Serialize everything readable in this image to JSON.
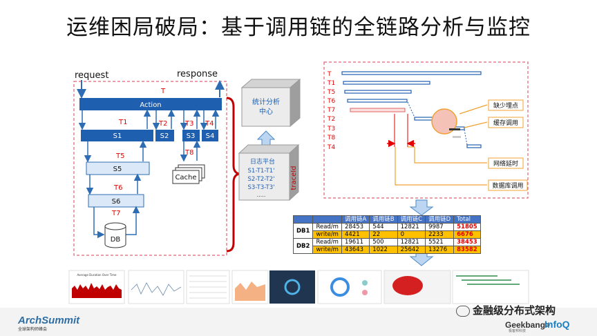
{
  "title": "运维困局破局：基于调用链的全链路分析与监控",
  "left_diagram": {
    "request": "request",
    "response": "response",
    "t_top": "T",
    "action": "Action",
    "t1": "T1",
    "t2": "T2",
    "t3": "T3",
    "t4": "T4",
    "s1": "S1",
    "s2": "S2",
    "s3": "S3",
    "s4": "S4",
    "t8": "T8",
    "cache": "Cache",
    "t5": "T5",
    "s5": "S5",
    "t6": "T6",
    "s6": "S6",
    "t7": "T7",
    "db": "DB"
  },
  "stats_center": {
    "line1": "统计分析",
    "line2": "中心"
  },
  "log_platform": {
    "title": "日志平台",
    "lines": [
      "S1-T1-T1'",
      "S2-T2-T2'",
      "S3-T3-T3'",
      "....."
    ],
    "traceid": "traceId"
  },
  "timeline": {
    "labels": [
      "T",
      "T1",
      "T5",
      "T6",
      "T7",
      "T2",
      "T3",
      "T8",
      "T4"
    ],
    "callouts": [
      "缺少埋点",
      "缓存调用",
      "网络延时",
      "数据库调用"
    ]
  },
  "table": {
    "header": [
      "",
      "",
      "调用链A",
      "调用链B",
      "调用链C",
      "调用链D",
      "Total"
    ],
    "groups": [
      {
        "name": "DB1",
        "rows": [
          {
            "metric": "Read/m",
            "values": [
              "28453",
              "544",
              "12821",
              "9987"
            ],
            "total": "51805"
          },
          {
            "metric": "write/m",
            "values": [
              "4421",
              "22",
              "0",
              "2233"
            ],
            "total": "6676"
          }
        ]
      },
      {
        "name": "DB2",
        "rows": [
          {
            "metric": "Read/m",
            "values": [
              "19611",
              "500",
              "12821",
              "5521"
            ],
            "total": "38453"
          },
          {
            "metric": "write/m",
            "values": [
              "43643",
              "1022",
              "25642",
              "13276"
            ],
            "total": "83582"
          }
        ]
      }
    ]
  },
  "thumbnail": {
    "chart_title": "Average Duration Over Time"
  },
  "footer": {
    "archsummit": "ArchSummit",
    "archsummit_sub": "全球架构师峰会",
    "wechat": "金融级分布式架构",
    "geekbang": "Geekbang>",
    "geekbang_sub": "极客邦科技",
    "infoq": "InfoQ"
  },
  "colors": {
    "blue": "#2e6db4",
    "light_blue": "#dbe8f7",
    "red_dash": "#e06070",
    "orange": "#f0a030",
    "yellow": "#ffc000"
  }
}
